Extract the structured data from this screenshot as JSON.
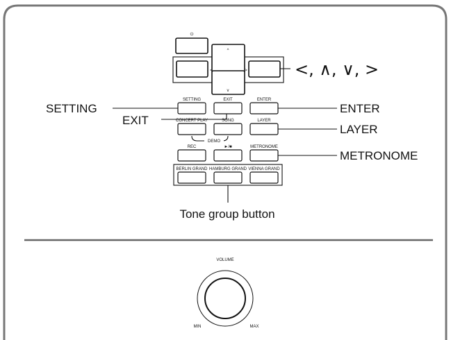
{
  "panel": {
    "upper": {
      "power_symbol": "⏻",
      "cursor_arrows_callout": "<, ∧, ∨, >",
      "cursor_up_glyph": "^",
      "cursor_down_glyph": "v",
      "cursor_left_glyph": "<",
      "cursor_right_glyph": ">",
      "buttons": {
        "setting": "SETTING",
        "exit": "EXIT",
        "enter": "ENTER",
        "concert_play": "CONCERT PLAY",
        "song": "SONG",
        "layer": "LAYER",
        "demo": "DEMO",
        "rec": "REC",
        "play_stop": "►/■",
        "metronome": "METRONOME",
        "berlin_grand": "BERLIN GRAND",
        "hamburg_grand": "HAMBURG GRAND",
        "vienna_grand": "VIENNA GRAND"
      },
      "callouts": {
        "setting": "SETTING",
        "exit": "EXIT",
        "enter": "ENTER",
        "layer": "LAYER",
        "metronome": "METRONOME",
        "tone_group": "Tone group button"
      }
    },
    "lower": {
      "volume_label": "VOLUME",
      "min_label": "MIN",
      "max_label": "MAX"
    }
  }
}
